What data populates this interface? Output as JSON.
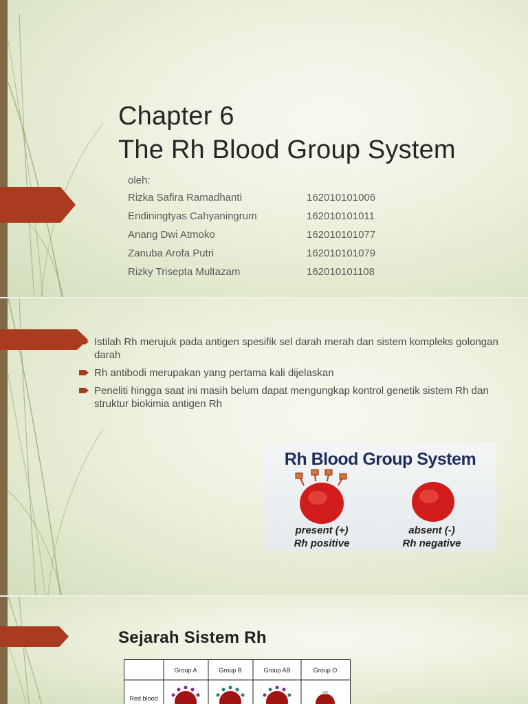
{
  "slide1": {
    "title_line1": "Chapter 6",
    "title_line2": "The Rh Blood Group System",
    "oleh": "oleh:",
    "authors": [
      {
        "name": "Rizka Safira Ramadhanti",
        "id": "162010101006"
      },
      {
        "name": "Endiningtyas Cahyaningrum",
        "id": "162010101011"
      },
      {
        "name": "Anang Dwi Atmoko",
        "id": "162010101077"
      },
      {
        "name": "Zanuba Arofa Putri",
        "id": "162010101079"
      },
      {
        "name": "Rizky Trisepta Multazam",
        "id": "162010101108"
      }
    ]
  },
  "slide2": {
    "bullets": [
      "Istilah Rh merujuk pada antigen spesifik sel darah merah dan sistem kompleks golongan darah",
      "Rh antibodi merupakan yang pertama kali dijelaskan",
      "Peneliti hingga saat ini masih belum dapat mengungkap kontrol genetik sistem Rh dan struktur biokimia antigen Rh"
    ],
    "image": {
      "title": "Rh Blood Group System",
      "left_line1": "present (+)",
      "left_line2": "Rh positive",
      "right_line1": "absent (-)",
      "right_line2": "Rh negative"
    }
  },
  "slide3": {
    "title": "Sejarah Sistem Rh",
    "table": {
      "headers": [
        "Group A",
        "Group B",
        "Group AB",
        "Group O"
      ],
      "row_label": "Red blood"
    }
  },
  "colors": {
    "accent": "#a93b1f",
    "left_bar": "#7f6a48",
    "rbc_red": "#d21c1c",
    "antigen_orange": "#d8733a"
  }
}
